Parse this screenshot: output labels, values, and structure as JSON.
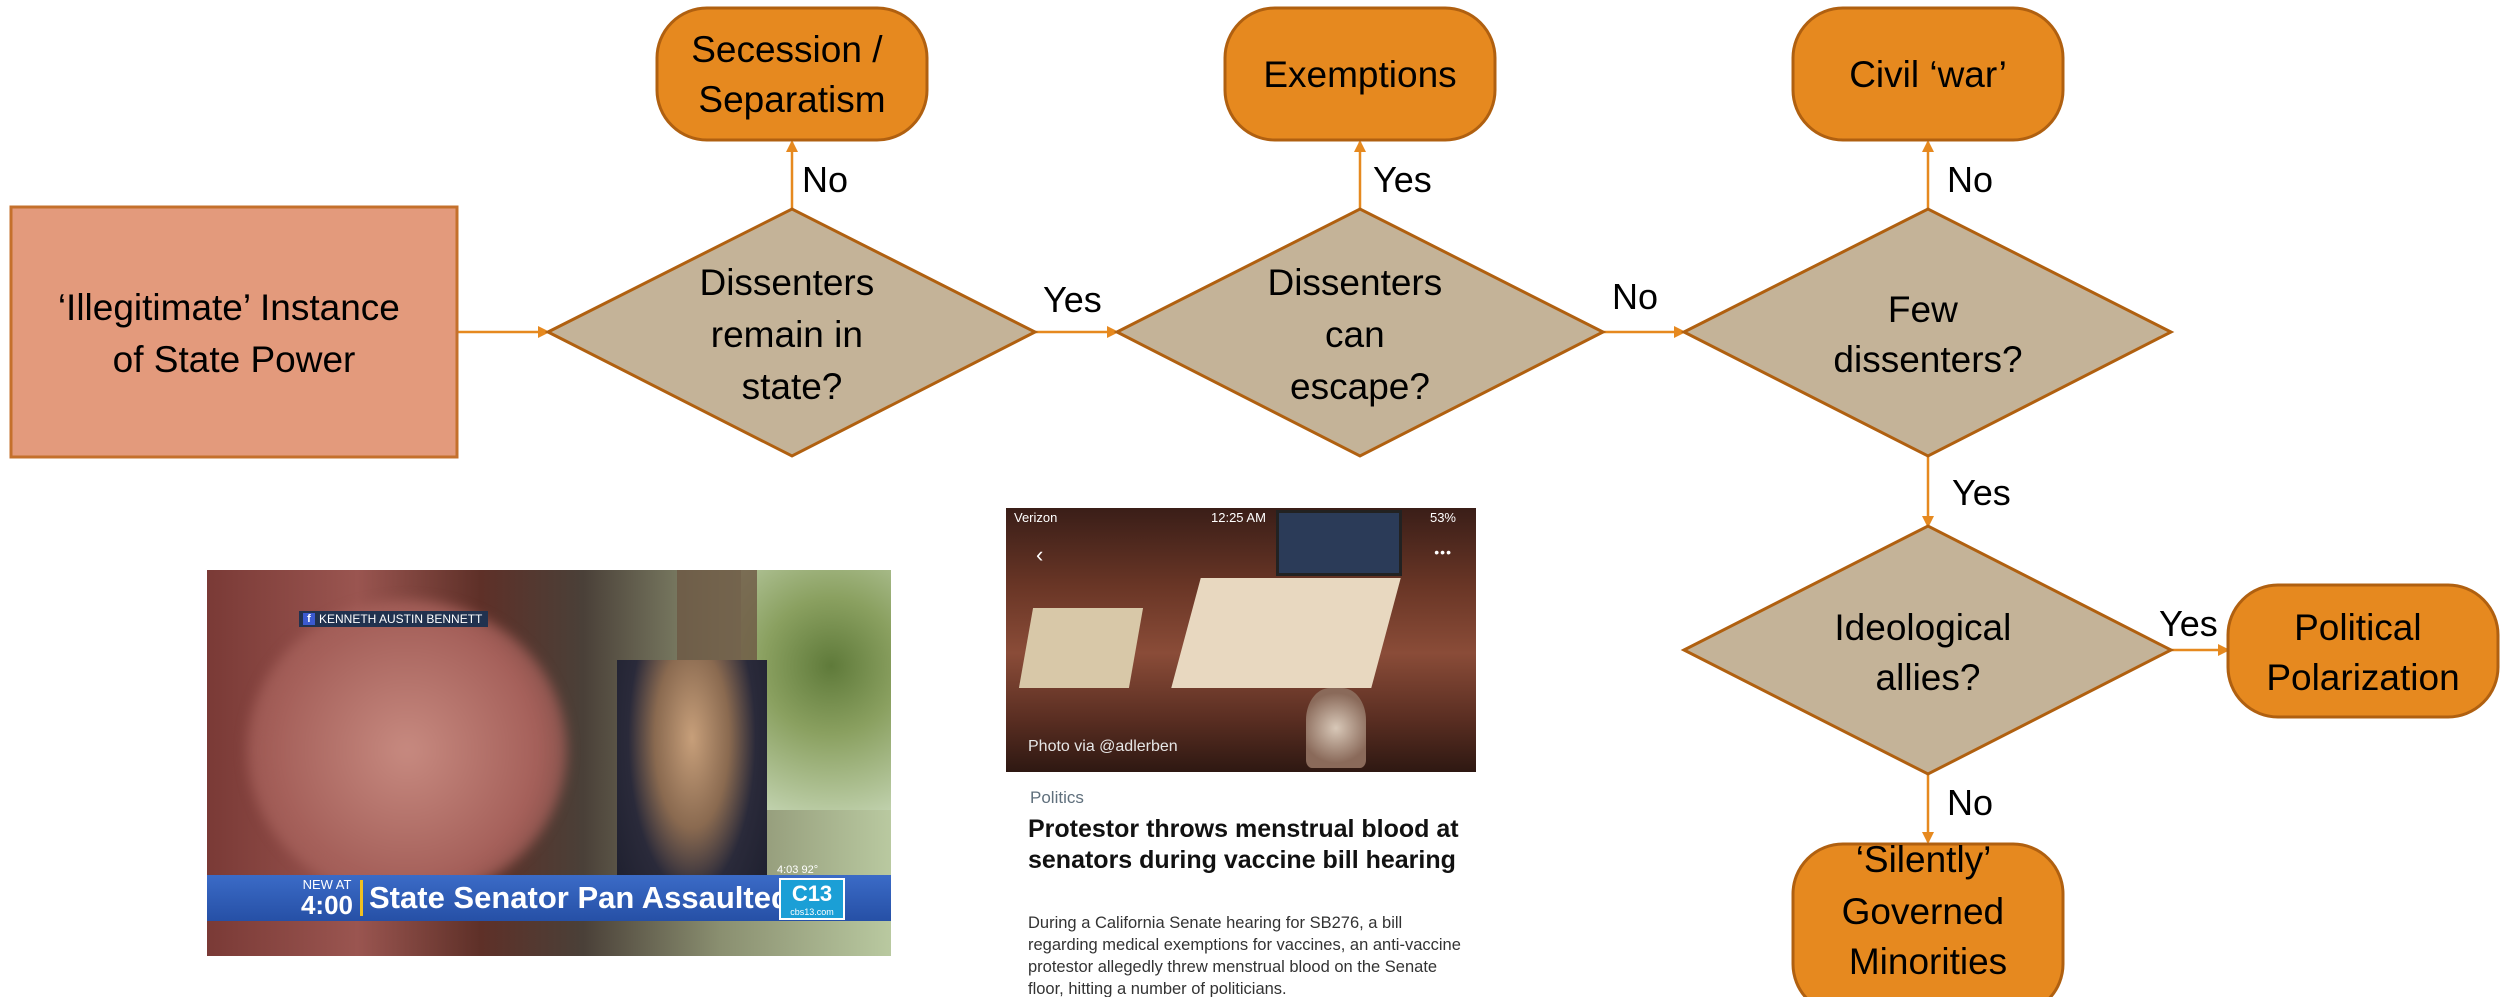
{
  "colors": {
    "arrow": "#e6891f",
    "outcome_fill": "#e6891f",
    "outcome_border": "#b06010",
    "decision_fill": "#c4b398",
    "decision_border": "#b06010",
    "start_fill": "#e39a7c",
    "start_border": "#c4702c"
  },
  "diagram": {
    "start": "‘Illegitimate’ Instance of State Power",
    "decisions": {
      "d1": "Dissenters remain in state?",
      "d2": "Dissenters can escape?",
      "d3": "Few dissenters?",
      "d4": "Ideological allies?"
    },
    "outcomes": {
      "o1": "Secession / Separatism",
      "o2": "Exemptions",
      "o3": "Civil ‘war’",
      "o4": "Political Polarization",
      "o5": "‘Silently’ Governed Minorities"
    },
    "edge_labels": {
      "d1_no": "No",
      "d1_yes": "Yes",
      "d2_yes": "Yes",
      "d2_no": "No",
      "d3_no": "No",
      "d3_yes": "Yes",
      "d4_yes": "Yes",
      "d4_no": "No"
    }
  },
  "tv_screenshot": {
    "source_tag": "KENNETH AUSTIN BENNETT",
    "new_at": "NEW AT",
    "time": "4:00",
    "headline": "State Senator Pan Assaulted",
    "clock": "4:03   92°",
    "channel": "C13",
    "channel_url": "cbs13.com"
  },
  "article": {
    "carrier": "Verizon",
    "time": "12:25 AM",
    "battery": "53%",
    "photo_credit": "Photo via @adlerben",
    "category": "Politics",
    "title": "Protestor throws menstrual blood at senators during vaccine bill hearing",
    "body": "During a California Senate hearing for SB276, a bill regarding medical exemptions for vaccines, an anti-vaccine protestor allegedly threw menstrual blood on the Senate floor, hitting a number of politicians."
  }
}
